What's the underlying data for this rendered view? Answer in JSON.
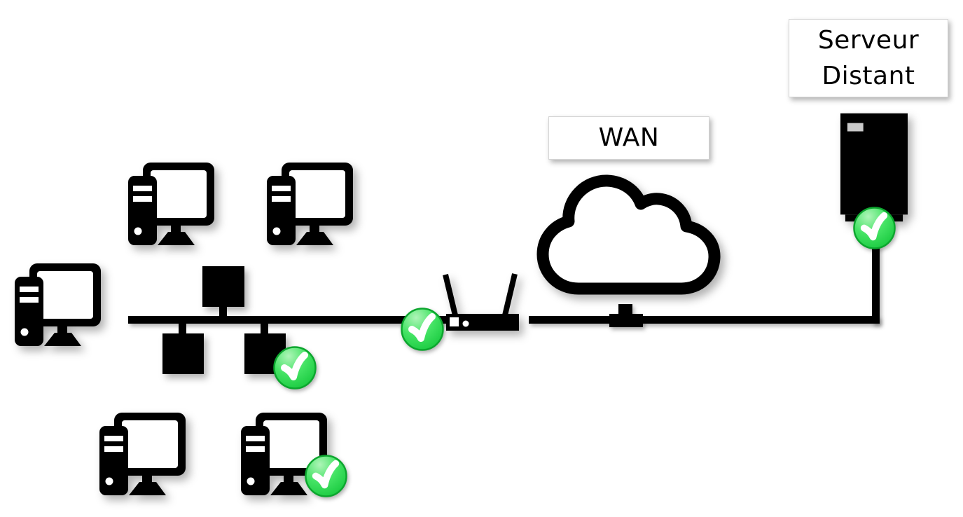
{
  "diagram": {
    "type": "network-topology",
    "background_color": "#ffffff",
    "stroke_color": "#000000",
    "status_badge": {
      "meaning": "ok-check",
      "fill_color": "#3ae25b",
      "top_highlight_color": "#aef5b8",
      "border_color": "#0ca62e",
      "check_color": "#ffffff"
    },
    "labels": {
      "wan": "WAN",
      "remote_server": "Serveur Distant",
      "remote_server_line1": "Serveur",
      "remote_server_line2": "Distant"
    },
    "nodes": {
      "workstations": [
        {
          "id": "workstation-1",
          "checked": false
        },
        {
          "id": "workstation-2",
          "checked": false
        },
        {
          "id": "workstation-3",
          "checked": false
        },
        {
          "id": "workstation-4",
          "checked": false
        },
        {
          "id": "workstation-5",
          "checked": true
        }
      ],
      "lan_boxes": [
        {
          "id": "lan-box-top",
          "checked": false
        },
        {
          "id": "lan-box-bottom-left",
          "checked": false
        },
        {
          "id": "lan-box-bottom-right",
          "checked": true
        }
      ],
      "router": {
        "id": "wifi-router",
        "checked": true
      },
      "wan": {
        "id": "wan-cloud",
        "label": "WAN"
      },
      "remote_server": {
        "id": "remote-server",
        "label": "Serveur Distant",
        "checked": true
      }
    }
  }
}
